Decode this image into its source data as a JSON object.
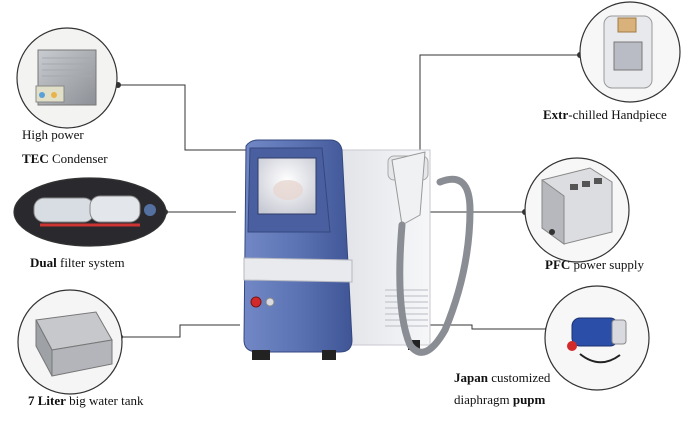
{
  "labels": {
    "tec_line1": "High power",
    "tec_bold": "TEC",
    "tec_rest": " Condenser",
    "filter_bold": "Dual",
    "filter_rest": " filter system",
    "tank_bold": "7 Liter",
    "tank_rest": " big water tank",
    "handpiece_bold": "Extr",
    "handpiece_rest": "-chilled Handpiece",
    "pfc_bold": "PFC",
    "pfc_rest": " power supply",
    "pump_line1_bold": "Japan",
    "pump_line1_rest": " customized",
    "pump_line2_plain": "diaphragm ",
    "pump_line2_bold": "pupm"
  },
  "colors": {
    "body_blue": "#5b73b3",
    "body_blue_dark": "#3f5596",
    "panel_white": "#e9eaee",
    "callout_line": "#333333",
    "red_button": "#d22a2a"
  }
}
